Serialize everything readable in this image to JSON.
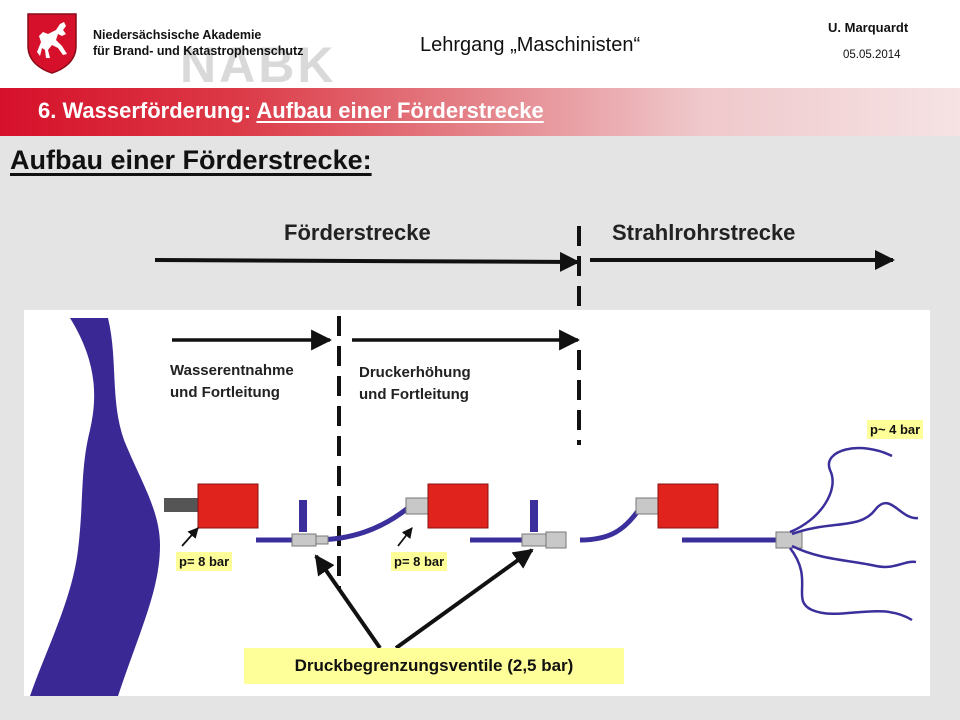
{
  "header": {
    "academy_line1": "Niedersächsische Akademie",
    "academy_line2": "für Brand- und Katastrophenschutz",
    "watermark": "NABK",
    "course_title": "Lehrgang „Maschinisten“",
    "author": "U. Marquardt",
    "date": "05.05.2014"
  },
  "title": {
    "prefix": "6. Wasserförderung: ",
    "topic": "Aufbau einer Förderstrecke"
  },
  "diagram": {
    "heading": "Aufbau einer Förderstrecke:",
    "sections": {
      "foerderstrecke": "Förderstrecke",
      "strahlrohrstrecke": "Strahlrohrstrecke"
    },
    "stages": {
      "entnahme_line1": "Wasserentnahme",
      "entnahme_line2": "und Fortleitung",
      "erhoehung_line1": "Druckerhöhung",
      "erhoehung_line2": "und Fortleitung"
    },
    "pressure_pump1": "p= 8 bar",
    "pressure_pump2": "p= 8 bar",
    "pressure_outlet": "p~ 4 bar",
    "valves_label": "Druckbegrenzungsventile (2,5 bar)"
  },
  "colors": {
    "title_red": "#d6102a",
    "water": "#3a2894",
    "pump": "#e0231c",
    "hose": "#3b2f9c",
    "highlight": "#ffff99"
  }
}
